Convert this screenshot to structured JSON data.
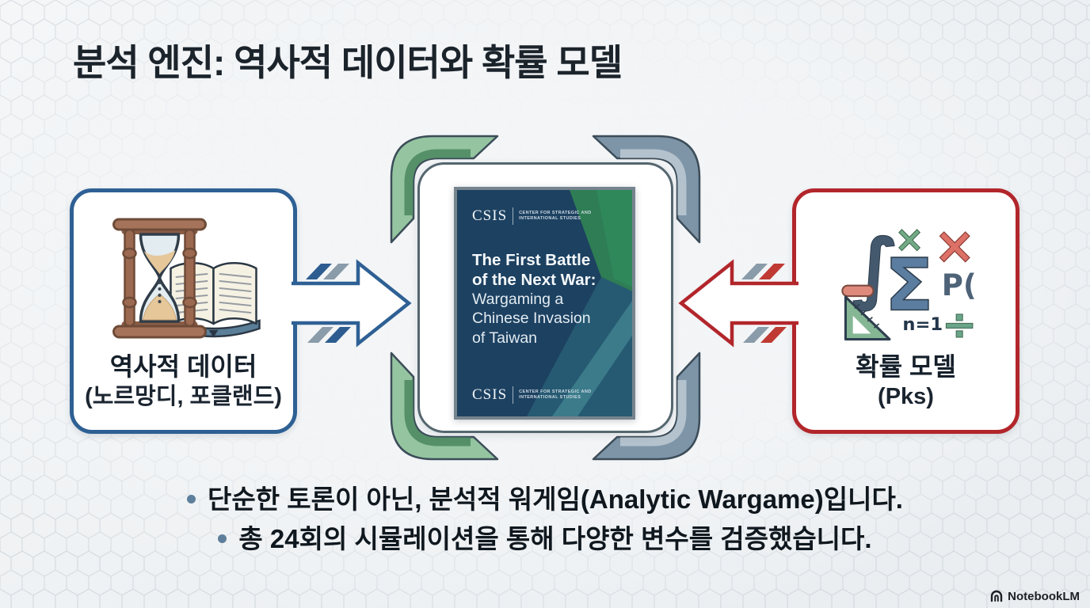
{
  "slide_title": "분석 엔진: 역사적 데이터와 확률 모델",
  "left_card": {
    "icon": "hourglass-book-icon",
    "label": "역사적 데이터",
    "sublabel": "(노르망디, 포클랜드)"
  },
  "right_card": {
    "icon": "math-symbols-icon",
    "label": "확률 모델",
    "sublabel": "(Pks)",
    "math_glyphs": {
      "integral": "∫",
      "sigma": "Σ",
      "sigma_sub": "n=1",
      "small_times": "×",
      "large_times": "×",
      "minus": "−",
      "probability": "P()",
      "divide": "÷"
    }
  },
  "book_cover": {
    "publisher": "CSIS",
    "publisher_tagline_line1": "CENTER FOR STRATEGIC AND",
    "publisher_tagline_line2": "INTERNATIONAL STUDIES",
    "title_line1": "The First Battle",
    "title_line2": "of the Next War:",
    "subtitle_line1": "Wargaming a",
    "subtitle_line2": "Chinese Invasion",
    "subtitle_line3": "of Taiwan"
  },
  "bullets": [
    "단순한 토론이 아닌, 분석적 워게임(Analytic Wargame)입니다.",
    "총 24회의 시뮬레이션을 통해 다양한 변수를 검증했습니다."
  ],
  "footer_brand": "NotebookLM",
  "colors": {
    "left_accent": "#2e6094",
    "right_accent": "#b2262b",
    "bracket_green": "#94c5a0",
    "bracket_gray": "#7e95a8",
    "cover_navy": "#1d4161",
    "cover_green": "#2e7d54",
    "bullet_dot": "#5d7f9b",
    "title_text": "#1b232b"
  }
}
